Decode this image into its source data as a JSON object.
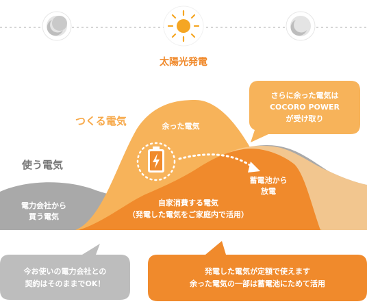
{
  "colors": {
    "orange": "#f08a2c",
    "orange_light": "#f7b35a",
    "orange_pale": "#f9c98c",
    "gray": "#a6a6a6",
    "gray_light": "#cfcfcf",
    "gray_text": "#777777",
    "sun": "#f5a623",
    "white": "#ffffff"
  },
  "icons": {
    "left": "moon-icon",
    "center": "sun-icon",
    "right": "moon-icon",
    "battery": "battery-charging-icon"
  },
  "sun_label": "太陽光発電",
  "make_label": "つくる電気",
  "use_label": "使う電気",
  "surplus_label": "余った電気",
  "grid_label": {
    "line1": "電力会社から",
    "line2": "買う電気"
  },
  "self_use": {
    "line1": "自家消費する電気",
    "line2": "（発電した電気をご家庭内で活用）"
  },
  "discharge": {
    "line1": "蓄電池から",
    "line2": "放電"
  },
  "cocoro_bubble": {
    "line1": "さらに余った電気は",
    "line2": "COCORO POWER",
    "line3": "が受け取り"
  },
  "bottom_left": {
    "line1": "今お使いの電力会社との",
    "line2": "契約はそのままでOK！"
  },
  "bottom_right": {
    "line1": "発電した電気が定額で使えます",
    "line2": "余った電気の一部は蓄電池にためて活用"
  }
}
